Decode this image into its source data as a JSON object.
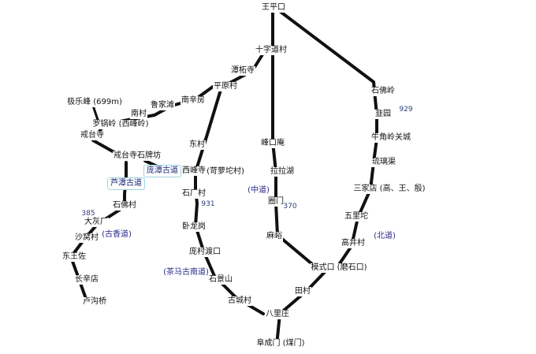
{
  "map": {
    "colors": {
      "road": "#111111",
      "background": "#ffffff",
      "highlight_border": "#9fd6e0",
      "route_text": "#2a2a8a"
    },
    "places": {
      "wangpingkou": "王平口",
      "shizidao": "十字道村",
      "tanzhesi": "潭柘寺",
      "pingyuancun": "平原村",
      "nanxinfang": "南辛房",
      "lujiatan": "鲁家滩",
      "nancun": "南村",
      "jilefeng": "极乐峰 (699m)",
      "luoguoling": "罗锅岭 (西峰岭)",
      "jietaisi": "戒台寺",
      "dongcun": "东村",
      "jietaisi_shipaifang": "戒台寺石牌坊",
      "pangtan_gudao": "庞潭古道",
      "lutan_gudao": "芦潭古道",
      "xifengsi": "西峰寺",
      "qieluotuocun": "(苛萝坨村)",
      "shichangcun": "石厂村",
      "shifocun_west": "石佛村",
      "dahuichang": "大灰厂",
      "shaxuecun": "沙窝村",
      "dongwangzuo": "东王佐",
      "changxindian": "长辛店",
      "lugouqiao": "卢沟桥",
      "wolonggang": "卧龙岗",
      "pangcundukou": "庞村渡口",
      "shijingshan": "石景山",
      "guchengcun": "古城村",
      "bajiaozhuang": "八里庄",
      "fuchengmen": "阜成门 (煤门)",
      "fengkouan": "峰口庵",
      "lalahu": "拉拉湖",
      "quanmen": "圈门",
      "maling": "麻峪",
      "moshikou": "模式口 (磨石口)",
      "tiancun": "田村",
      "shifoling": "石佛岭",
      "liyuan": "韭园",
      "niujiaoling": "牛角岭关城",
      "liulichu": "琉璃渠",
      "sanjiadian": "三家店 (高、王、殷)",
      "wulituo": "五里坨",
      "gaojingcun": "高井村"
    },
    "routes": {
      "zhongdao": "(中道)",
      "beidao": "(北道)",
      "guxiangdao": "(古香道)",
      "chama_gunandao": "(茶马古南道)"
    },
    "elevations": {
      "e385": "385",
      "e929": "929",
      "e931": "931",
      "e370": "370"
    }
  }
}
